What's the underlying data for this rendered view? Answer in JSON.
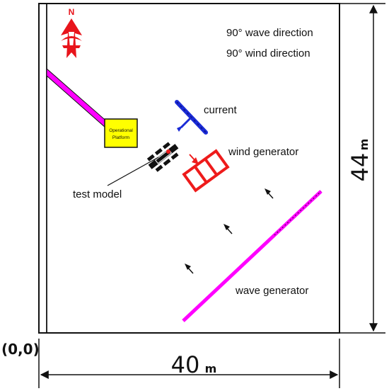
{
  "annotations": {
    "wave_direction": "90° wave direction",
    "wind_direction": "90° wind direction",
    "current": "current",
    "wind_generator": "wind generator",
    "test_model": "test model",
    "wave_generator": "wave generator",
    "platform_line1": "Operational",
    "platform_line2": "Platform",
    "compass_letter": "N"
  },
  "dimensions": {
    "width_value": "40",
    "width_unit": "m",
    "height_value": "44",
    "height_unit": "m",
    "origin": "(0,0)"
  },
  "colors": {
    "outline": "#111111",
    "compass": "#e8141b",
    "magenta": "#ff00ff",
    "platform_fill": "#ffff00",
    "current": "#1a2bd6",
    "wind_generator": "#ee1b1b",
    "model": "#111111"
  }
}
